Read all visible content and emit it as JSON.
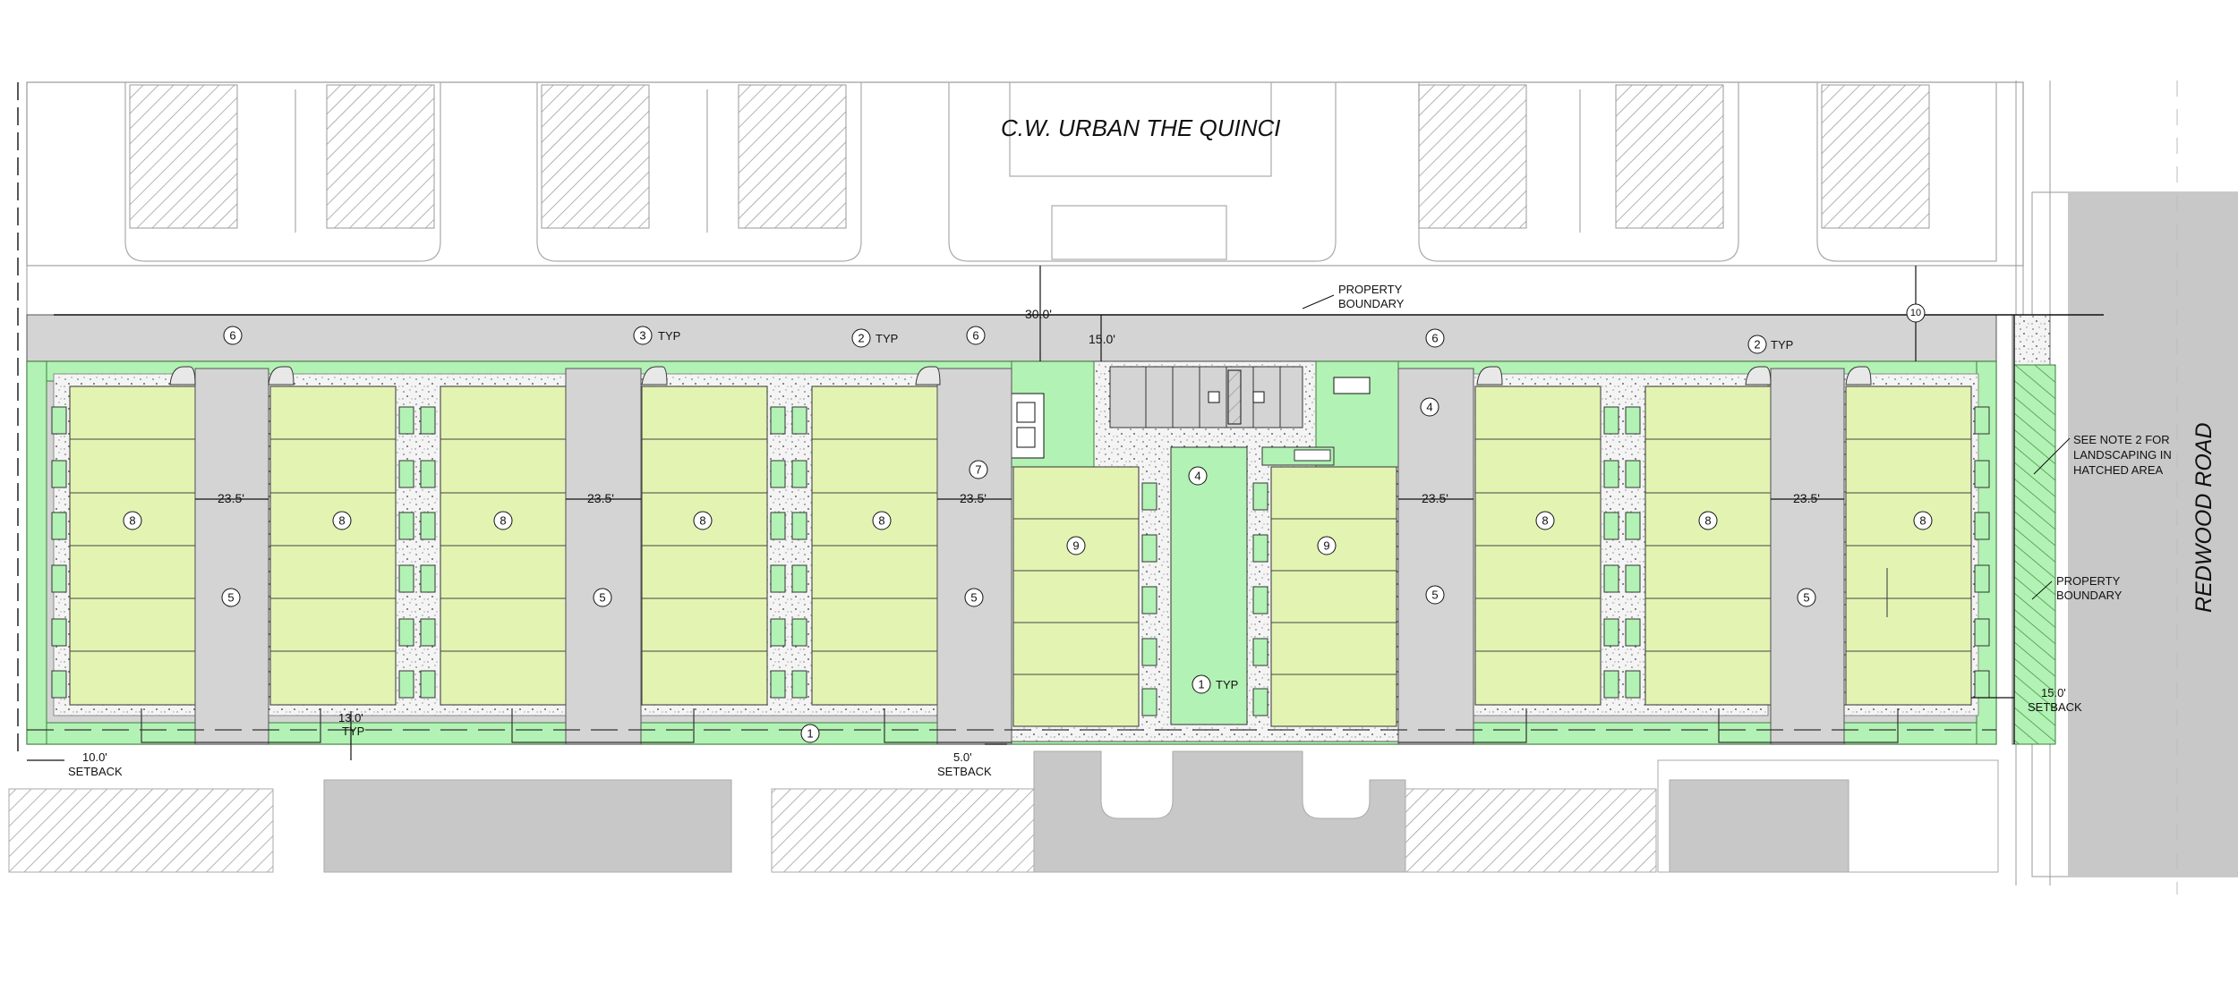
{
  "plan_title": "C.W. URBAN THE QUINCI",
  "road_label": "REDWOOD ROAD",
  "notes": {
    "property_boundary_top": [
      "PROPERTY",
      "BOUNDARY"
    ],
    "property_boundary_right": [
      "PROPERTY",
      "BOUNDARY"
    ],
    "see_note": [
      "SEE NOTE 2 FOR",
      "LANDSCAPING IN",
      "HATCHED AREA"
    ],
    "setback_10": [
      "10.0'",
      "SETBACK"
    ],
    "setback_5": [
      "5.0'",
      "SETBACK"
    ],
    "setback_15": [
      "15.0'",
      "SETBACK"
    ],
    "typ13": [
      "13.0'",
      "TYP"
    ]
  },
  "dimensions": {
    "d30": "30.0'",
    "d15": "15.0'",
    "aisle": "23.5'"
  },
  "keys": {
    "k1": "1",
    "k2": "2",
    "k3": "3",
    "k4": "4",
    "k5": "5",
    "k6": "6",
    "k7": "7",
    "k8": "8",
    "k9": "9",
    "k10": "10",
    "typ": "TYP"
  },
  "colors": {
    "paving": "#d4d4d4",
    "landscape": "#b2f2b4",
    "building": "#e3f3b2",
    "neighbor": "#c8c8c8"
  }
}
